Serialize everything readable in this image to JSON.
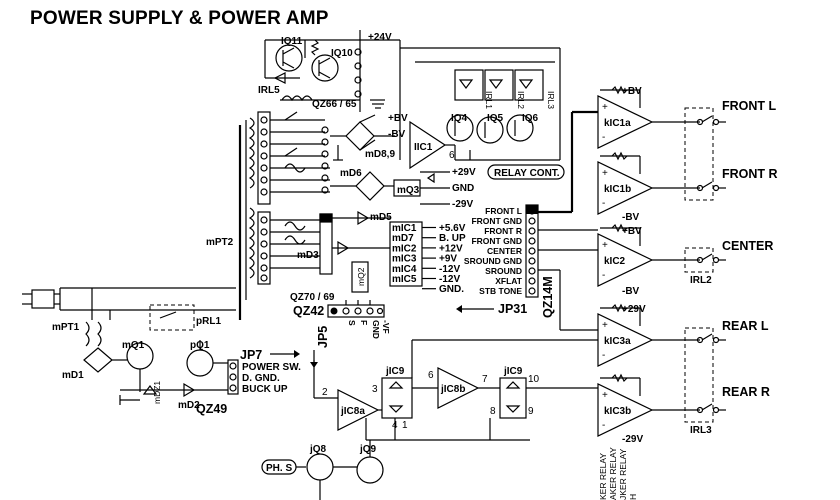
{
  "title": "POWER SUPPLY & POWER AMP",
  "rails": {
    "p24": "+24V",
    "p29": "+29V",
    "gnd": "GND",
    "m29": "-29V",
    "pbv": "+BV",
    "mbv": "-BV"
  },
  "parts": {
    "iq11": "IQ11",
    "iq10": "IQ10",
    "irl5": "IRL5",
    "qz6665": "QZ66 / 65",
    "iq4": "IQ4",
    "iq5": "IQ5",
    "iq6": "IQ6",
    "irl1": "IRL1",
    "irl2top": "IRL2",
    "irl3top": "IRL3",
    "iic1": "IIC1",
    "iic1pin": "6",
    "relaycont": "RELAY CONT.",
    "md89": "mD8,9",
    "md6": "mD6",
    "mq3": "mQ3",
    "md5": "mD5",
    "md3": "mD3",
    "mq2": "mQ2",
    "mpt2": "mPT2",
    "mpt1": "mPT1",
    "md1": "mD1",
    "mdz1": "mDZ1",
    "md2": "mD2",
    "mq1": "mQ1",
    "pq1": "pQ1",
    "prl1": "pRL1",
    "qz49": "QZ49",
    "qz7069": "QZ70 / 69",
    "qz42": "QZ42",
    "jp5": "JP5",
    "jp31": "JP31",
    "qz14m": "QZ14M",
    "jp7": "JP7",
    "jic8a": "jIC8a",
    "jic8b": "jIC8b",
    "jic9a": "jIC9",
    "jic9b": "jIC9",
    "jq8": "jQ8",
    "jq9": "jQ9",
    "phs": "PH. S",
    "kic1a": "kIC1a",
    "kic1b": "kIC1b",
    "kic2": "kIC2",
    "kic3a": "kIC3a",
    "kic3b": "kIC3b",
    "irl2": "IRL2",
    "irl3": "IRL3"
  },
  "regulators": [
    {
      "ic": "mIC1",
      "out": "+5.6V"
    },
    {
      "ic": "mD7",
      "out": "B. UP"
    },
    {
      "ic": "mIC2",
      "out": "+12V"
    },
    {
      "ic": "mIC3",
      "out": "+9V"
    },
    {
      "ic": "mIC4",
      "out": "-12V"
    },
    {
      "ic": "mIC5",
      "out": "-12V"
    },
    {
      "ic": "",
      "out": "GND."
    }
  ],
  "connector_pins": [
    "FRONT L",
    "FRONT GND",
    "FRONT R",
    "FRONT GND",
    "CENTER",
    "SROUND GND",
    "SROUND",
    "XFLAT",
    "STB TONE"
  ],
  "jp5_pins": [
    "S",
    "F",
    "GND",
    "-VF"
  ],
  "jp7_pins": [
    "POWER SW.",
    "D. GND.",
    "BUCK UP"
  ],
  "outputs": [
    "FRONT L",
    "FRONT R",
    "CENTER",
    "REAR L",
    "REAR R"
  ],
  "amp_rails": {
    "fl": "+BV",
    "fr": "-BV",
    "c_top": "+BV",
    "c_bot": "-BV",
    "rl": "+29V",
    "rr": "-29V"
  },
  "pin_numbers": {
    "p2": "2",
    "p3": "3",
    "p4": "4",
    "p1": "1",
    "p6": "6",
    "p7": "7",
    "p8": "8",
    "p10": "10",
    "p9": "9"
  },
  "relay_footer": [
    "KER RELAY",
    "AKER RELAY",
    "JKER RELAY",
    "H"
  ]
}
